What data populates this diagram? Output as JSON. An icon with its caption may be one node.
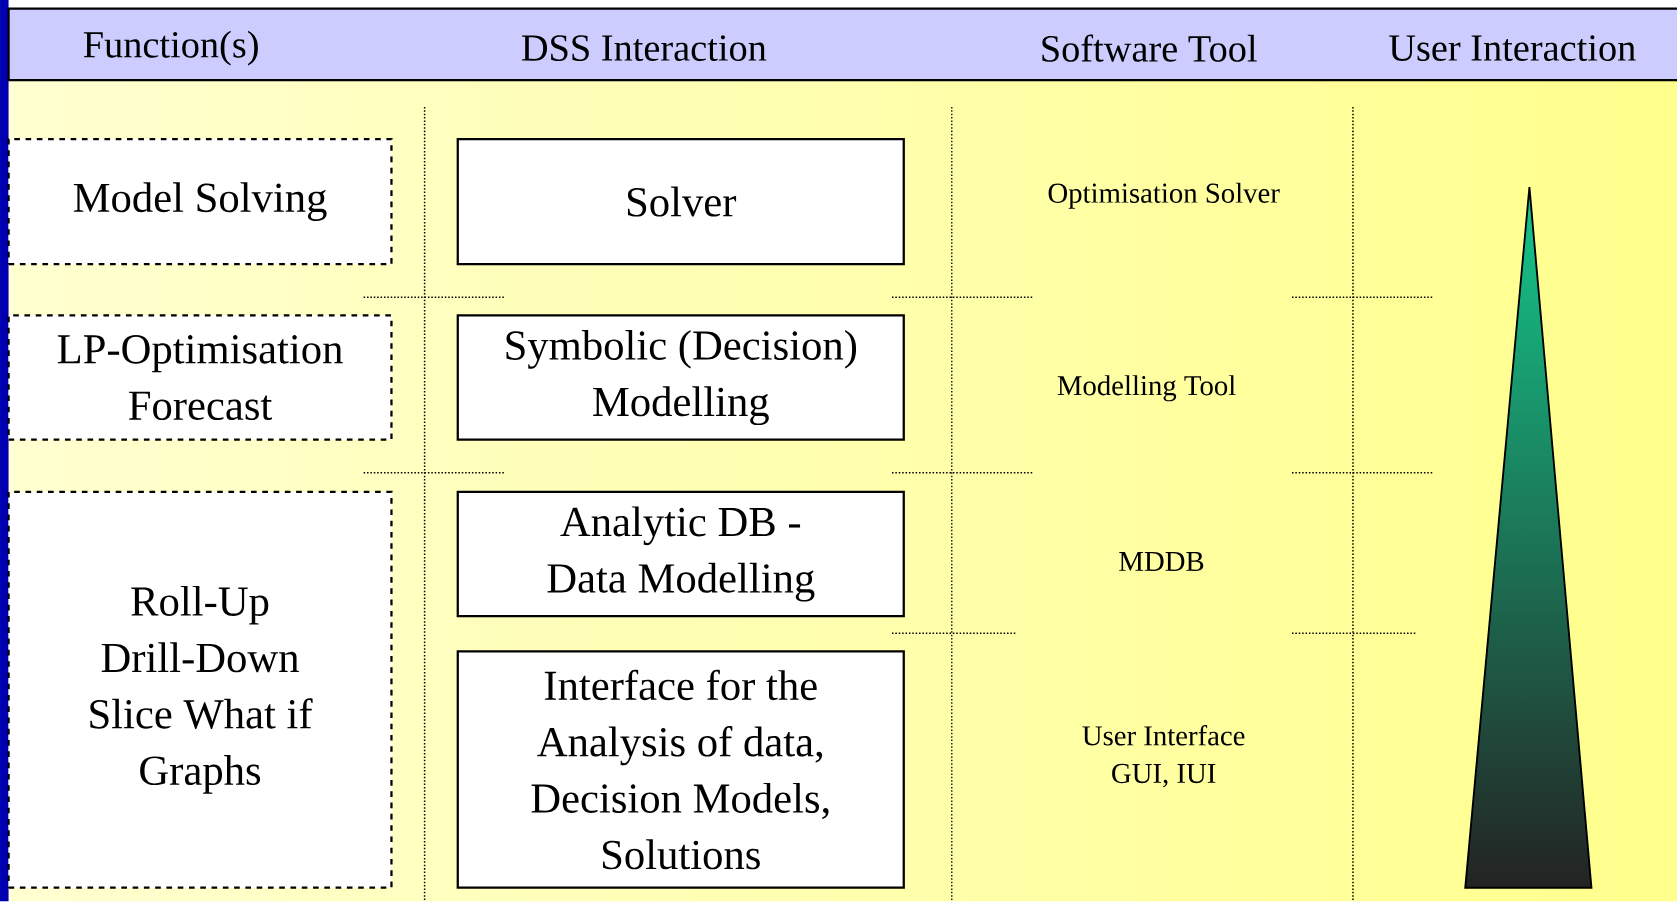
{
  "diagram": {
    "nodes": [
      {
        "text": [
          "Model Solving"
        ]
      },
      {
        "text": [
          "LP-Optimisation Forecast"
        ]
      },
      {
        "text": [
          "Roll-Up Drill-Down Slice What if Graphs"
        ]
      },
      {
        "text": [
          "Solver"
        ]
      },
      {
        "text": [
          "Symbolic (Decision) Modelling"
        ]
      },
      {
        "text": [
          "Analytic DB - Data Modelling"
        ]
      },
      {
        "text": [
          "Interface for the Analysis of data, Decision Models, Solutions"
        ]
      }
    ],
    "labels": [
      "Function(s)",
      "DSS Interaction",
      "Software Tool",
      "User Interaction",
      "Optimisation Solver",
      "Modelling Tool",
      "MDDB",
      "User Interface GUI, IUI"
    ]
  }
}
